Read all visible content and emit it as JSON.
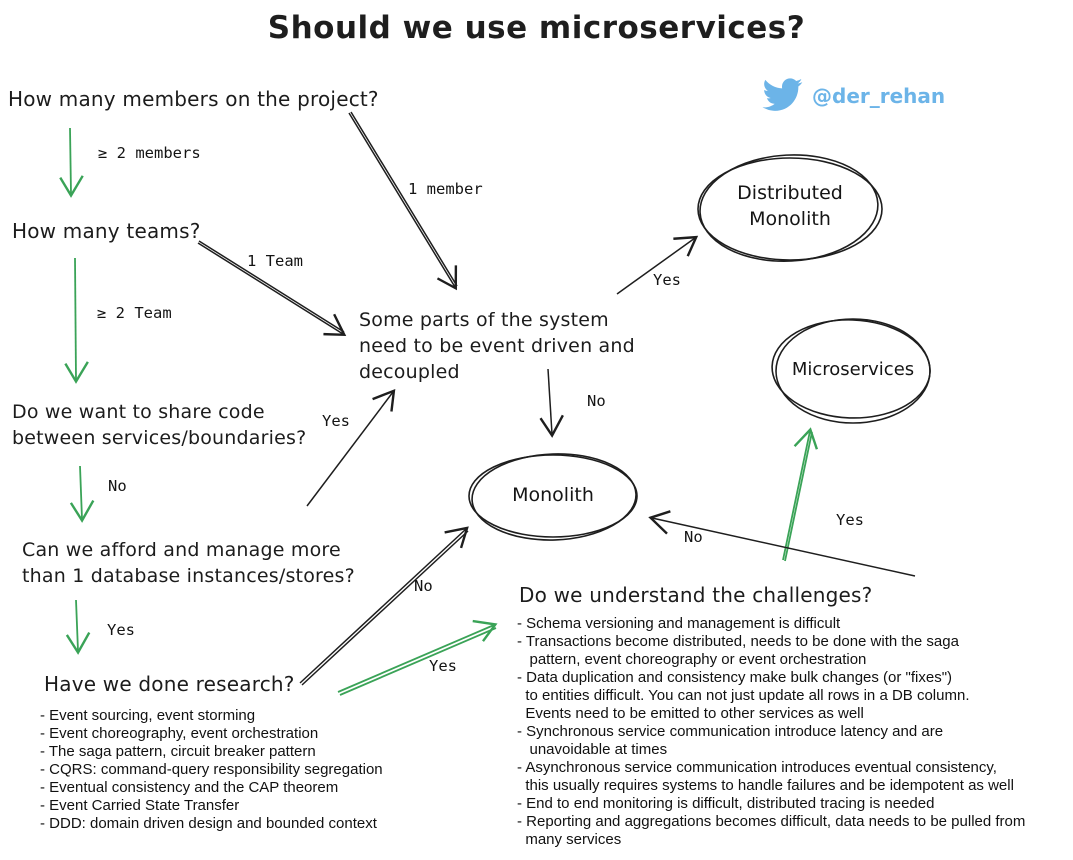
{
  "title": "Should we use microservices?",
  "credit": {
    "handle": "@der_rehan",
    "icon": "twitter-bird-icon",
    "color": "#6cb4e8"
  },
  "colors": {
    "ink": "#1e1e1e",
    "green": "#3aa357",
    "blue": "#6cb4e8"
  },
  "questions": {
    "members": "How many members on the project?",
    "teams": "How many teams?",
    "event_driven": "Some parts of the system\nneed to be event driven and\ndecoupled",
    "share_code": "Do we want to share code\nbetween services/boundaries?",
    "databases": "Can we afford and manage more\nthan 1 database instances/stores?",
    "research": "Have we done research?",
    "challenges": "Do we understand the challenges?"
  },
  "outcomes": {
    "distributed_monolith": "Distributed\nMonolith",
    "microservices": "Microservices",
    "monolith": "Monolith"
  },
  "edge_labels": {
    "ge2_members": "≥ 2 members",
    "one_member": "1 member",
    "one_team": "1 Team",
    "ge2_team": "≥ 2 Team",
    "share_yes": "Yes",
    "share_no": "No",
    "db_yes": "Yes",
    "event_no": "No",
    "dm_yes": "Yes",
    "research_no": "No",
    "research_yes": "Yes",
    "challenges_no": "No",
    "challenges_yes": "Yes"
  },
  "research_topics": [
    "- Event sourcing, event storming",
    "- Event choreography, event orchestration",
    "- The saga pattern, circuit breaker pattern",
    "- CQRS: command-query responsibility segregation",
    "- Eventual consistency and the CAP theorem",
    "- Event Carried State Transfer",
    "- DDD: domain driven design and bounded context"
  ],
  "challenge_items": [
    "- Schema versioning and management is difficult",
    "- Transactions become distributed, needs to be done with the saga",
    "   pattern, event choreography or event orchestration",
    "- Data duplication and consistency make bulk changes (or \"fixes\")",
    "  to entities difficult. You can not just update all rows in a DB column.",
    "  Events need to be emitted to other services as well",
    "- Synchronous service communication introduce latency and are",
    "   unavoidable at times",
    "- Asynchronous service communication introduces eventual consistency,",
    "  this usually requires systems to handle failures and be idempotent as well",
    "- End to end monitoring is difficult, distributed tracing is needed",
    "- Reporting and aggregations becomes difficult, data needs to be pulled from",
    "  many services"
  ]
}
